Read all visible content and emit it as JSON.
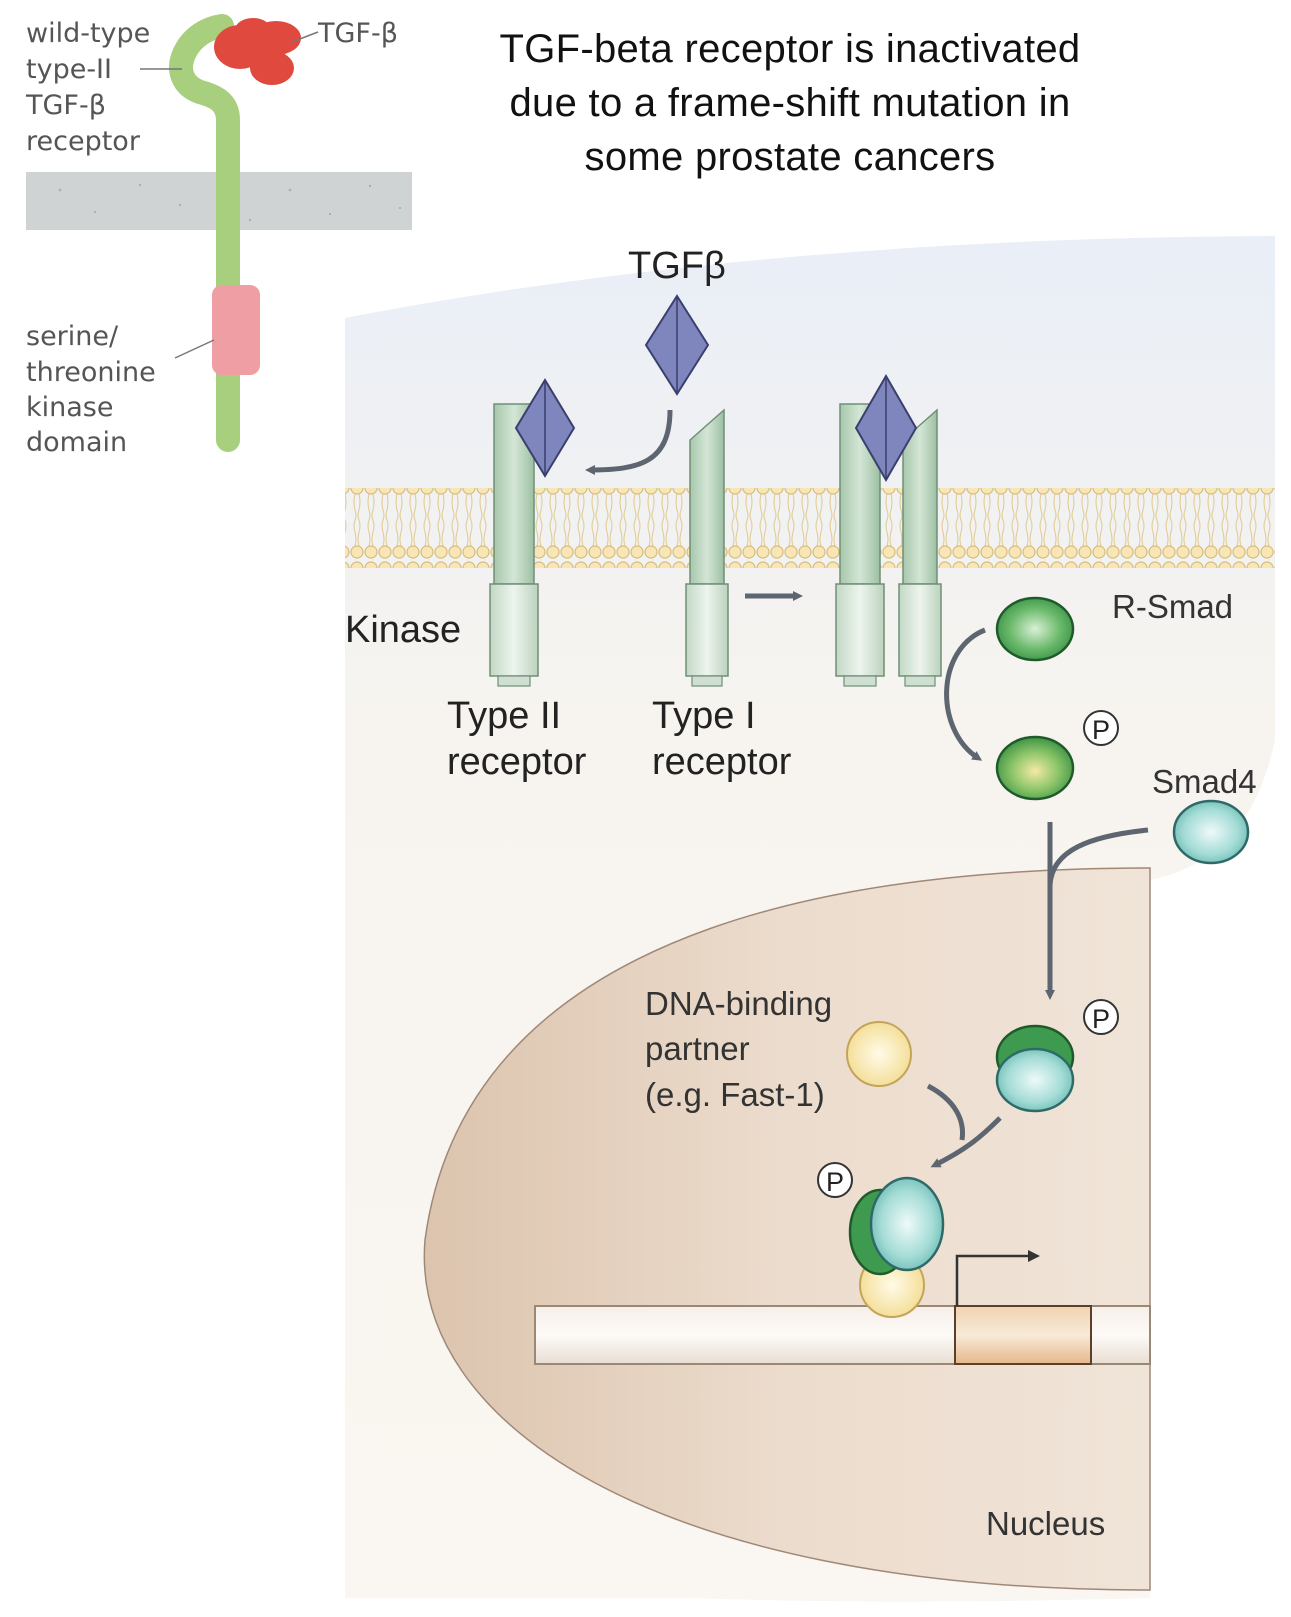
{
  "title": {
    "line1": "TGF-beta receptor is inactivated",
    "line2": "due to a frame-shift mutation in",
    "line3": "some prostate cancers"
  },
  "inset": {
    "receptor_label": [
      "wild-type",
      "type-II",
      "TGF-β",
      "receptor"
    ],
    "ligand_label": "TGF-β",
    "kinase_label": [
      "serine/",
      "threonine",
      "kinase",
      "domain"
    ]
  },
  "pathway": {
    "ligand_label": "TGFβ",
    "kinase_label": "Kinase",
    "type2_label": [
      "Type II",
      "receptor"
    ],
    "type1_label": [
      "Type I",
      "receptor"
    ],
    "rsmad_label": "R-Smad",
    "smad4_label": "Smad4",
    "phospho_label": "P",
    "partner_label": [
      "DNA-binding",
      "partner",
      "(e.g. Fast-1)"
    ],
    "nucleus_label": "Nucleus"
  },
  "colors": {
    "receptor_green": "#a8cf7e",
    "tgfb_red": "#e04a3e",
    "kinase_pink": "#ef9ea3",
    "membrane_gray": "#cfd3d3",
    "ligand_purple": "#7f86bd",
    "rsmad_green": "#3e9a4f",
    "smad4_teal": "#8fd0cb",
    "partner_yellow": "#f8e6a6",
    "nucleus_tan": "#e7d6c6"
  }
}
